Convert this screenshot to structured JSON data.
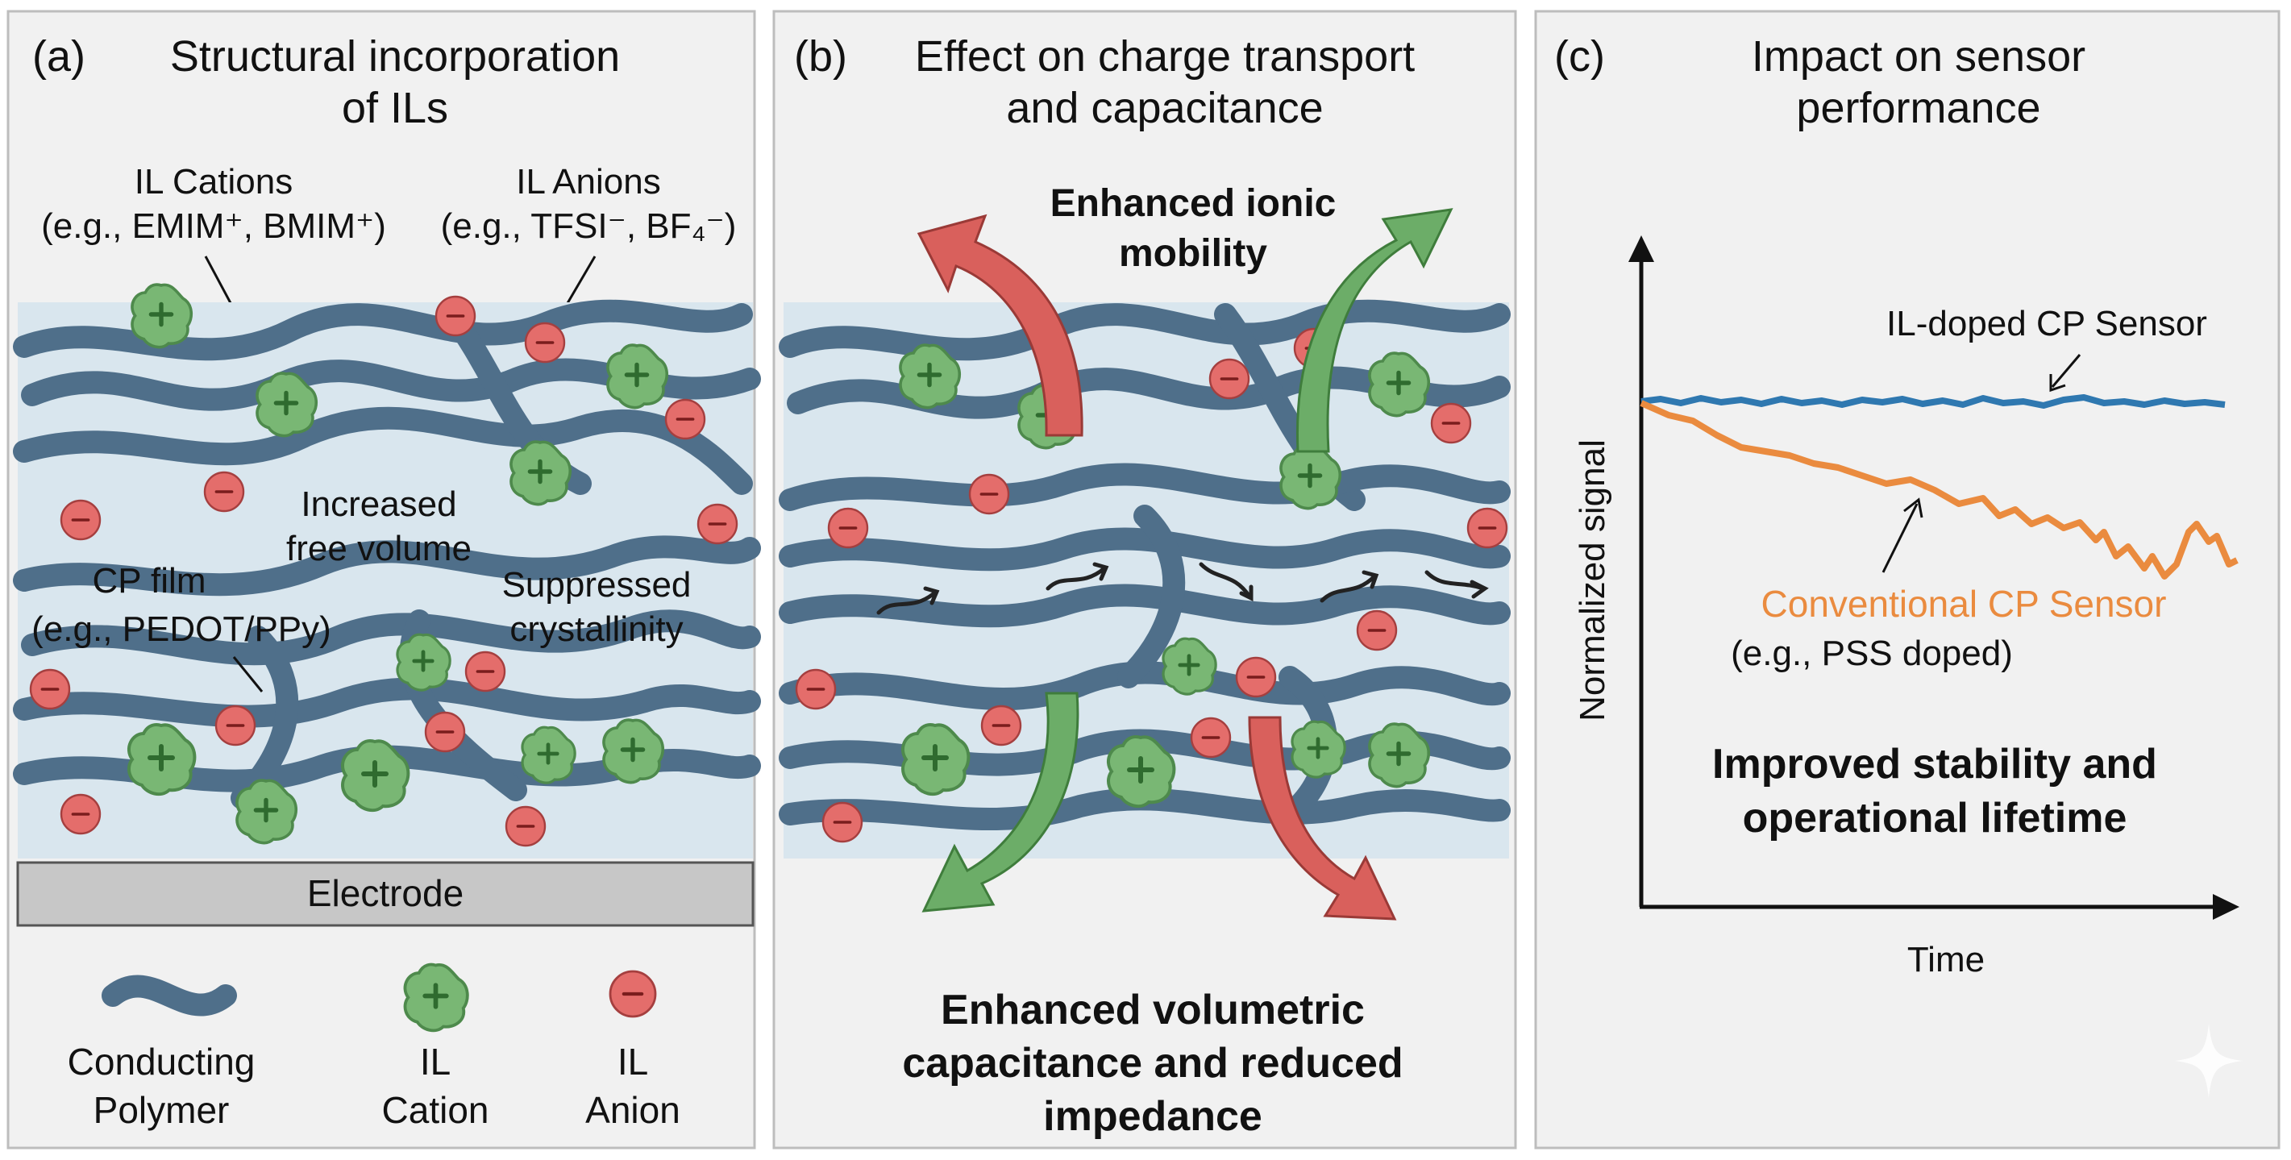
{
  "colors": {
    "panel_background": "#f1f1f1",
    "film": "#d9e6ee",
    "polymer_chain": "#4f6f8a",
    "il_cation": "#79b774",
    "il_anion": "#e46d6b",
    "electrode": "#c7c7c7",
    "arrow_red": "#d9605c",
    "arrow_green": "#6cad68",
    "il_doped_line": "#2f78b0",
    "conventional_line": "#ea8b3f"
  },
  "panel_a": {
    "letter": "(a)",
    "title_line1": "Structural incorporation",
    "title_line2": "of ILs",
    "cations_label_line1": "IL Cations",
    "cations_label_line2": "(e.g., EMIM⁺, BMIM⁺)",
    "anions_label_line1": "IL Anions",
    "anions_label_line2": "(e.g., TFSI⁻, BF₄⁻)",
    "free_volume_line1": "Increased",
    "free_volume_line2": "free volume",
    "crystallinity_line1": "Suppressed",
    "crystallinity_line2": "crystallinity",
    "cp_film_line1": "CP film",
    "cp_film_line2": "(e.g., PEDOT/PPy)",
    "electrode": "Electrode",
    "legend": {
      "polymer_line1": "Conducting",
      "polymer_line2": "Polymer",
      "cation_line1": "IL",
      "cation_line2": "Cation",
      "anion_line1": "IL",
      "anion_line2": "Anion"
    }
  },
  "panel_b": {
    "letter": "(b)",
    "title_line1": "Effect on charge transport",
    "title_line2": "and capacitance",
    "mobility_line1": "Enhanced ionic",
    "mobility_line2": "mobility",
    "capacitance_line1": "Enhanced volumetric",
    "capacitance_line2": "capacitance and reduced",
    "capacitance_line3": "impedance"
  },
  "panel_c": {
    "letter": "(c)",
    "title_line1": "Impact on sensor",
    "title_line2": "performance",
    "y_axis_label": "Normalized signal",
    "x_axis_label": "Time",
    "il_series_label": "IL-doped CP Sensor",
    "conventional_series_label": "Conventional CP Sensor",
    "conventional_series_note": "(e.g., PSS doped)",
    "conclusion_line1": "Improved stability and",
    "conclusion_line2": "operational lifetime"
  },
  "icons": [
    "cation-icon",
    "anion-icon",
    "polymer-chain-icon",
    "sparkle-icon"
  ]
}
